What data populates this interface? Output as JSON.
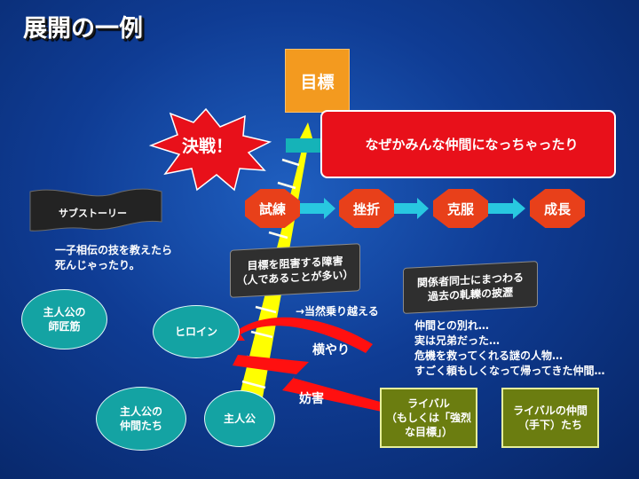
{
  "title": "展開の一例",
  "goal": "目標",
  "showdown": "決戦！",
  "climax": "なぜかみんな仲間になっちゃったり",
  "steps": [
    "試練",
    "挫折",
    "克服",
    "成長"
  ],
  "subplot_label": "サブストーリー",
  "subplot_text": [
    "一子相伝の技を教えたら",
    "死んじゃったり。"
  ],
  "obstacle": [
    "目標を阻害する障害",
    "（人であることが多い）"
  ],
  "relations": [
    "関係者同士にまつわる",
    "過去の軋轢の披瀝"
  ],
  "overcome": "→当然乗り越える",
  "events": [
    "仲間との別れ…",
    "実は兄弟だった…",
    "危機を救ってくれる謎の人物…",
    "すごく頼もしくなって帰ってきた仲間…"
  ],
  "mentor": [
    "主人公の",
    "師匠筋"
  ],
  "heroine": "ヒロイン",
  "companions": [
    "主人公の",
    "仲間たち"
  ],
  "hero": "主人公",
  "interference": "横やり",
  "obstruction": "妨害",
  "rival": [
    "ライバル",
    "（もしくは「強烈",
    "な目標」）"
  ],
  "rival_ally": [
    "ライバルの仲間",
    "（手下）たち"
  ],
  "colors": {
    "background": "#0f3c94",
    "goal": "#f39a1f",
    "climax": "#e8101a",
    "step": "#e8401a",
    "path": "#ffff00",
    "teal": "#14a3a3",
    "olive": "#6b7d10",
    "dark_box": "#2f2f2f"
  }
}
